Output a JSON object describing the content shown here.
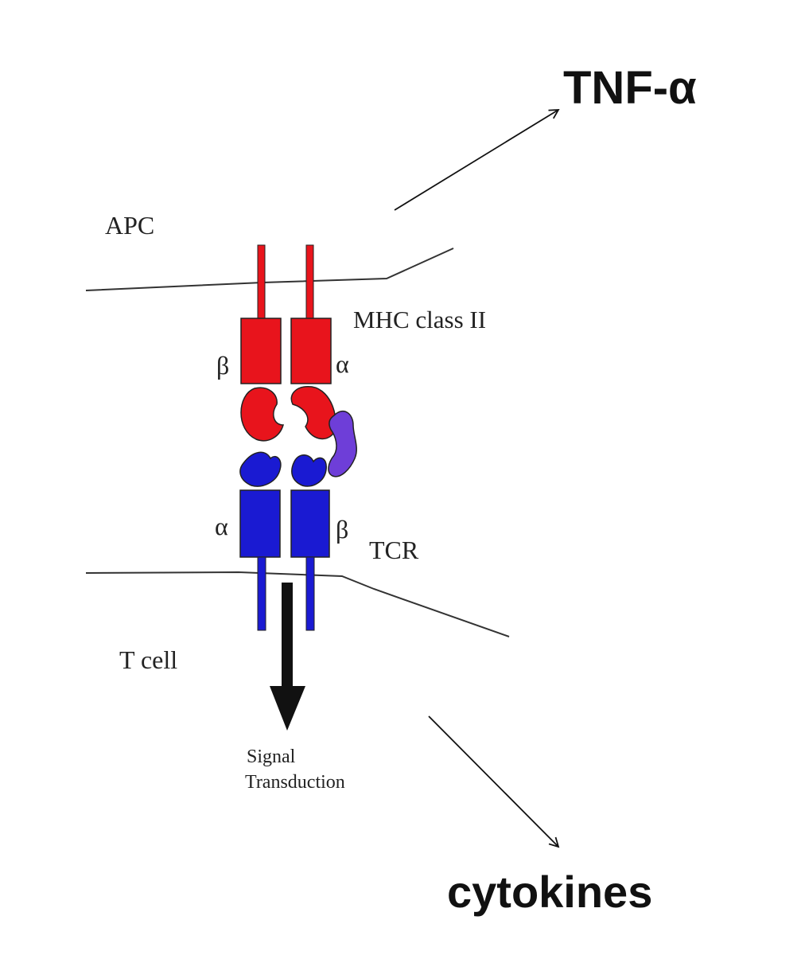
{
  "labels": {
    "apc": "APC",
    "mhc": "MHC class II",
    "mhc_beta": "β",
    "mhc_alpha": "α",
    "tcr": "TCR",
    "tcr_alpha": "α",
    "tcr_beta": "β",
    "tcell": "T cell",
    "signal_line1": "Signal",
    "signal_line2": "Transduction",
    "tnf": "TNF-α",
    "cytokines": "cytokines"
  },
  "colors": {
    "mhc_red": "#e8141c",
    "tcr_blue": "#1a1ad2",
    "peptide_purple": "#6e3ed8",
    "membrane": "#333333",
    "arrow": "#111111"
  }
}
